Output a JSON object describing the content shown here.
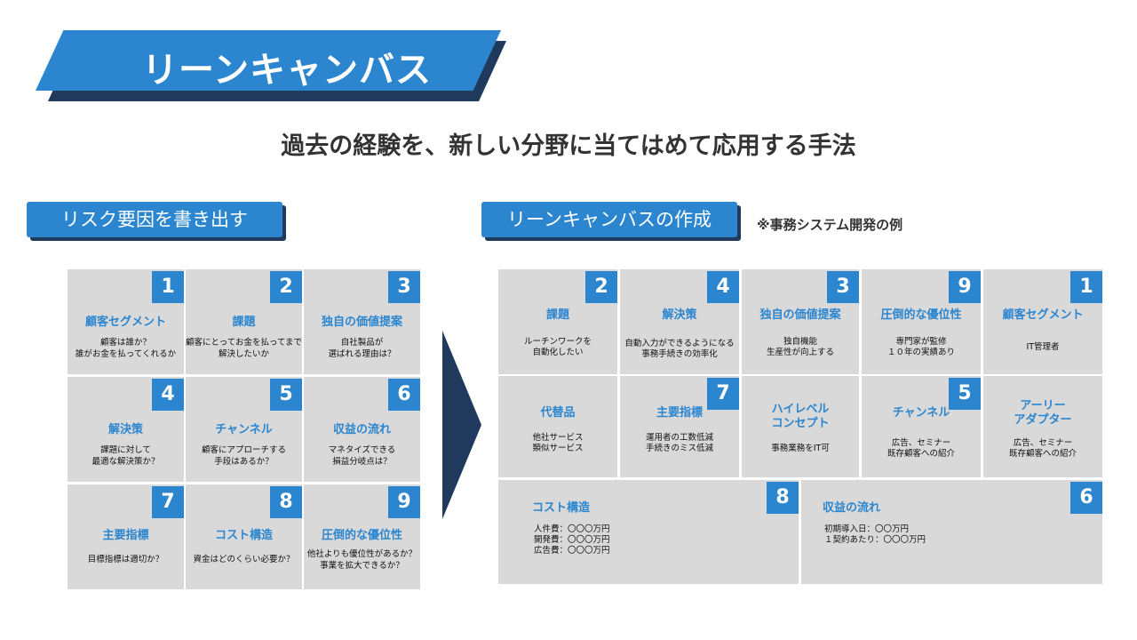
{
  "title": "リーンキャンバス",
  "subtitle": "過去の経験を、新しい分野に当てはめて応用する手法",
  "left_section": {
    "label": "リスク要因を書き出す",
    "cells": [
      {
        "num": "1",
        "title": "顧客セグメント",
        "desc": "顧客は誰か？\n誰がお金を払ってくれるか"
      },
      {
        "num": "2",
        "title": "課題",
        "desc": "顧客にとってお金を払ってまで\n解決したいか"
      },
      {
        "num": "3",
        "title": "独自の価値提案",
        "desc": "自社製品が\n選ばれる理由は？"
      },
      {
        "num": "4",
        "title": "解決策",
        "desc": "課題に対して\n最適な解決策か？"
      },
      {
        "num": "5",
        "title": "チャンネル",
        "desc": "顧客にアプローチする\n手段はあるか？"
      },
      {
        "num": "6",
        "title": "収益の流れ",
        "desc": "マネタイズできる\n損益分岐点は？"
      },
      {
        "num": "7",
        "title": "主要指標",
        "desc": "目標指標は適切か？"
      },
      {
        "num": "8",
        "title": "コスト構造",
        "desc": "資金はどのくらい必要か？"
      },
      {
        "num": "9",
        "title": "圧倒的な優位性",
        "desc": "他社よりも優位性があるか？\n事業を拡大できるか？"
      }
    ]
  },
  "right_section": {
    "label": "リーンキャンバスの作成",
    "note": "※事務システム開発の例",
    "top_row": [
      {
        "num": "2",
        "title": "課題",
        "desc": "ルーチンワークを\n自動化したい"
      },
      {
        "num": "4",
        "title": "解決策",
        "desc": "自動入力ができるようになる\n事務手続きの効率化"
      },
      {
        "num": "3",
        "title": "独自の価値提案",
        "desc": "独自機能\n生産性が向上する"
      },
      {
        "num": "9",
        "title": "圧倒的な優位性",
        "desc": "専門家が監修\n１０年の実績あり"
      },
      {
        "num": "1",
        "title": "顧客セグメント",
        "desc": "IT管理者"
      }
    ],
    "middle_row": [
      {
        "num": "",
        "title": "代替品",
        "desc": "他社サービス\n類似サービス"
      },
      {
        "num": "7",
        "title": "主要指標",
        "desc": "運用者の工数低減\n手続きのミス低減"
      },
      {
        "num": "",
        "title": "ハイレベル\nコンセプト",
        "desc": "事務業務をIT可"
      },
      {
        "num": "5",
        "title": "チャンネル",
        "desc": "広告、セミナー\n既存顧客への紹介"
      },
      {
        "num": "",
        "title": "アーリー\nアダプター",
        "desc": "広告、セミナー\n既存顧客への紹介"
      }
    ],
    "bottom_row": [
      {
        "num": "8",
        "title": "コスト構造",
        "desc": "人件費：〇〇〇万円\n開発費：〇〇〇万円\n広告費：〇〇〇万円"
      },
      {
        "num": "6",
        "title": "収益の流れ",
        "desc": "初期導入日：〇〇万円\n１契約あたり：〇〇〇万円"
      }
    ]
  }
}
